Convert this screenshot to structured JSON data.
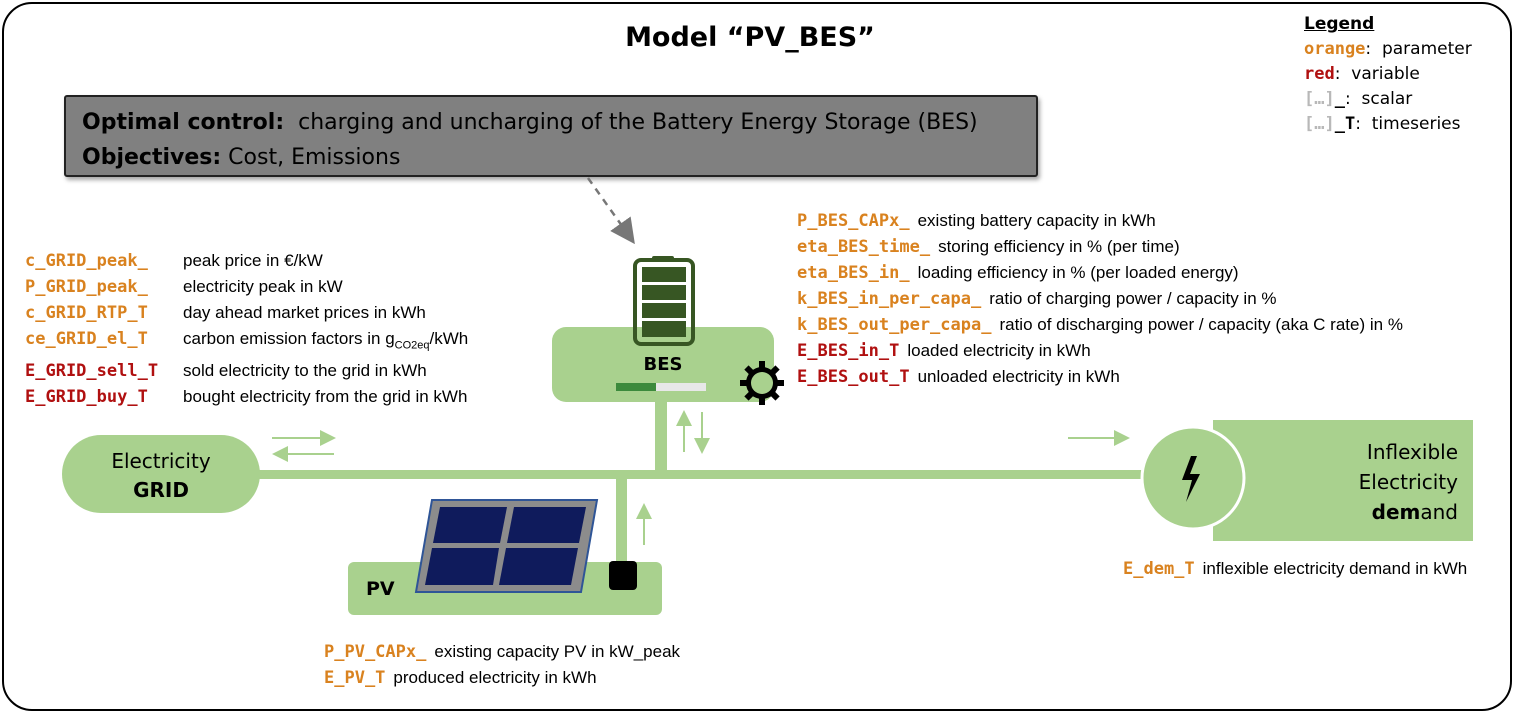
{
  "title": "Model “PV_BES”",
  "legend": {
    "heading": "Legend",
    "items": [
      {
        "key": "orange",
        "sep": ":",
        "text": "parameter"
      },
      {
        "key": "red",
        "sep": ":",
        "text": "variable"
      },
      {
        "key": "[…]",
        "suffix": "_",
        "sep": ":",
        "text": "scalar"
      },
      {
        "key": "[…]",
        "suffix": "_T",
        "sep": ":",
        "text": "timeseries"
      }
    ]
  },
  "control": {
    "line1_bold": "Optimal control:",
    "line1_text": "charging and uncharging of the Battery Energy Storage (BES)",
    "line2_bold": "Objectives:",
    "line2_text": "Cost, Emissions"
  },
  "grid_params": [
    {
      "name": "c_GRID_peak_",
      "desc": "peak price in €/kW",
      "kind": "orange"
    },
    {
      "name": "P_GRID_peak_",
      "desc": "electricity peak in kW",
      "kind": "orange"
    },
    {
      "name": "c_GRID_RTP_T",
      "desc": "day ahead market prices in kWh",
      "kind": "orange"
    },
    {
      "name": "ce_GRID_el_T",
      "desc": "carbon emission factors in g",
      "sub": "CO2eq",
      "desc_after": "/kWh",
      "kind": "orange"
    },
    {
      "name": "E_GRID_sell_T",
      "desc": "sold electricity to the grid in kWh",
      "kind": "red"
    },
    {
      "name": "E_GRID_buy_T",
      "desc": "bought electricity from the grid in kWh",
      "kind": "red"
    }
  ],
  "bes_params": [
    {
      "name": "P_BES_CAPx_",
      "desc": "existing battery capacity in kWh",
      "kind": "orange"
    },
    {
      "name": "eta_BES_time_",
      "desc": "storing efficiency in % (per time)",
      "kind": "orange"
    },
    {
      "name": "eta_BES_in_",
      "desc": "loading efficiency in % (per loaded energy)",
      "kind": "orange"
    },
    {
      "name": "k_BES_in_per_capa_",
      "desc": "ratio of charging power / capacity in %",
      "kind": "orange"
    },
    {
      "name": "k_BES_out_per_capa_",
      "desc": "ratio of discharging power / capacity (aka C rate) in %",
      "kind": "orange"
    },
    {
      "name": "E_BES_in_T",
      "desc": "loaded electricity in kWh",
      "kind": "red"
    },
    {
      "name": "E_BES_out_T",
      "desc": "unloaded electricity in kWh",
      "kind": "red"
    }
  ],
  "pv_params": [
    {
      "name": "P_PV_CAPx_",
      "desc": "existing capacity PV in kW_peak",
      "kind": "orange"
    },
    {
      "name": "E_PV_T",
      "desc": "produced electricity in kWh",
      "kind": "orange"
    }
  ],
  "dem_params": [
    {
      "name": "E_dem_T",
      "desc": "inflexible electricity demand in kWh",
      "kind": "orange"
    }
  ],
  "nodes": {
    "grid_line1": "Electricity",
    "grid_line2": "GRID",
    "bes": "BES",
    "pv": "PV",
    "dem_line1": "Inflexible",
    "dem_line2": "Electricity",
    "dem_line3_bold": "dem",
    "dem_line3_rest": "and"
  },
  "colors": {
    "green_fill": "#a9d18e",
    "green_dark": "#375623",
    "orange": "#d9821f",
    "red": "#b01010",
    "control_box": "#808080",
    "pv_panel": "#0f1b5c"
  }
}
